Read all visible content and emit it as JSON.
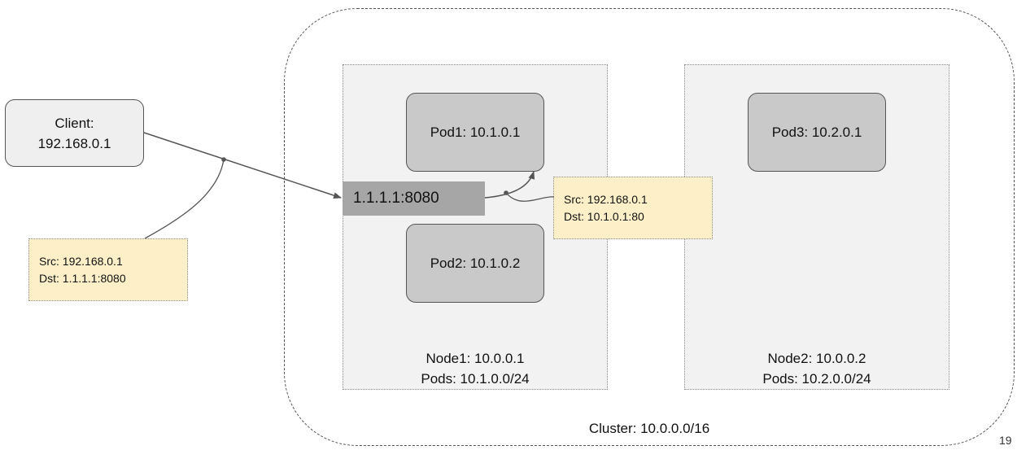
{
  "cluster": {
    "label": "Cluster: 10.0.0.0/16"
  },
  "nodes": [
    {
      "name_label": "Node1: 10.0.0.1",
      "pods_label": "Pods: 10.1.0.0/24"
    },
    {
      "name_label": "Node2: 10.0.0.2",
      "pods_label": "Pods: 10.2.0.0/24"
    }
  ],
  "pods": [
    {
      "label": "Pod1: 10.1.0.1"
    },
    {
      "label": "Pod2: 10.1.0.2"
    },
    {
      "label": "Pod3: 10.2.0.1"
    }
  ],
  "service": {
    "label": "1.1.1.1:8080"
  },
  "client": {
    "line1": "Client:",
    "line2": "192.168.0.1"
  },
  "notes": [
    {
      "src": "Src: 192.168.0.1",
      "dst": "Dst: 1.1.1.1:8080"
    },
    {
      "src": "Src: 192.168.0.1",
      "dst": "Dst: 10.1.0.1:80"
    }
  ],
  "page_number": "19"
}
